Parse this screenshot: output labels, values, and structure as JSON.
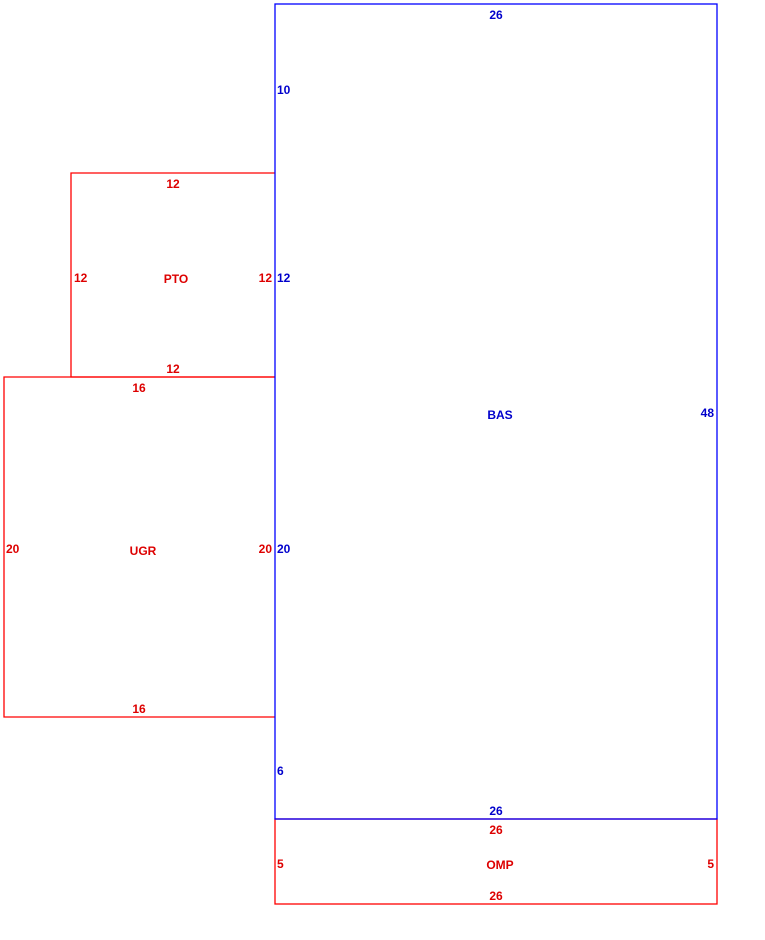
{
  "colors": {
    "main_structure": "#0000ff",
    "additions": "#ff0000"
  },
  "areas": {
    "bas": {
      "code": "BAS",
      "top": "26",
      "bottom": "26",
      "right": "48",
      "left_seg_1": "10",
      "left_seg_2": "12",
      "left_seg_3": "20",
      "left_seg_4": "6"
    },
    "pto": {
      "code": "PTO",
      "top": "12",
      "bottom": "12",
      "left": "12",
      "right": "12"
    },
    "ugr": {
      "code": "UGR",
      "top": "16",
      "bottom": "16",
      "left": "20",
      "right": "20"
    },
    "omp": {
      "code": "OMP",
      "top": "26",
      "bottom": "26",
      "left": "5",
      "right": "5"
    }
  }
}
